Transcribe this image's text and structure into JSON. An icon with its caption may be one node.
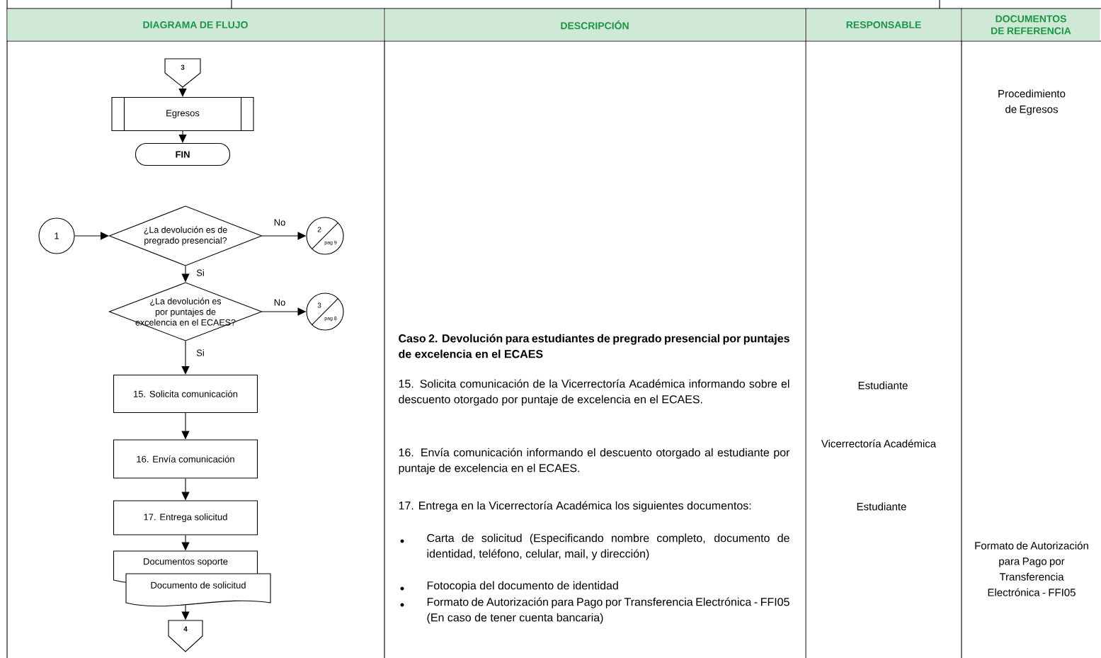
{
  "diagram": {
    "nodes": [
      {
        "text": [
          "3"
        ]
      },
      {
        "text": [
          "Egresos"
        ]
      },
      {
        "text": [
          "FIN"
        ]
      },
      {
        "text": [
          "1"
        ]
      },
      {
        "text": [
          "¿La devolución es de pregrado presencial?"
        ]
      },
      {
        "text": [
          "2",
          "pag 9"
        ]
      },
      {
        "text": [
          "¿La devolución es por puntajes de excelencia en el ECAES?"
        ]
      },
      {
        "text": [
          "3",
          "pag 8"
        ]
      },
      {
        "text": [
          "15. Solicita comunicación"
        ]
      },
      {
        "text": [
          "16. Envía comunicación"
        ]
      },
      {
        "text": [
          "17. Entrega solicitud"
        ]
      },
      {
        "text": [
          "Documentos soporte"
        ]
      },
      {
        "text": [
          "Documento de solicitud"
        ]
      },
      {
        "text": [
          "4"
        ]
      }
    ],
    "edges": [
      {
        "from": 0,
        "to": 1,
        "arrow": "to"
      },
      {
        "from": 1,
        "to": 2,
        "arrow": "to"
      },
      {
        "from": 3,
        "to": 4,
        "arrow": "to"
      },
      {
        "from": 4,
        "to": 5,
        "arrow": "to",
        "label": "No"
      },
      {
        "from": 4,
        "to": 6,
        "arrow": "to",
        "label": "Si"
      },
      {
        "from": 6,
        "to": 7,
        "arrow": "to",
        "label": "No"
      },
      {
        "from": 6,
        "to": 8,
        "arrow": "to",
        "label": "Si"
      },
      {
        "from": 8,
        "to": 9,
        "arrow": "to"
      },
      {
        "from": 9,
        "to": 10,
        "arrow": "to"
      },
      {
        "from": 10,
        "to": 11,
        "arrow": "to"
      },
      {
        "from": 12,
        "to": 13,
        "arrow": "to"
      }
    ],
    "labels": [
      "DIAGRAMA DE FLUJO",
      "DESCRIPCIÓN",
      "RESPONSABLE",
      "DOCUMENTOS DE REFERENCIA",
      "Procedimiento de Egresos",
      "Caso 2. Devolución para estudiantes de pregrado presencial por puntajes de excelencia en el ECAES",
      "15. Solicita comunicación de la Vicerrectoría Académica informando sobre el descuento otorgado por puntaje de excelencia en el ECAES.",
      "Estudiante",
      "16. Envía comunicación informando el descuento otorgado al estudiante por puntaje de excelencia en el ECAES.",
      "Vicerrectoría Académica",
      "17. Entrega en la Vicerrectoría Académica los siguientes documentos:",
      "Estudiante",
      "Carta de solicitud (Especificando nombre completo, documento de identidad, teléfono, celular, mail, y dirección)",
      "Formato de Autorización para Pago por Transferencia Electrónica - FFI05",
      "Fotocopia del documento de identidad",
      "Formato de Autorización para Pago por Transferencia Electrónica - FFI05 (En caso de tener cuenta bancaria)"
    ]
  }
}
